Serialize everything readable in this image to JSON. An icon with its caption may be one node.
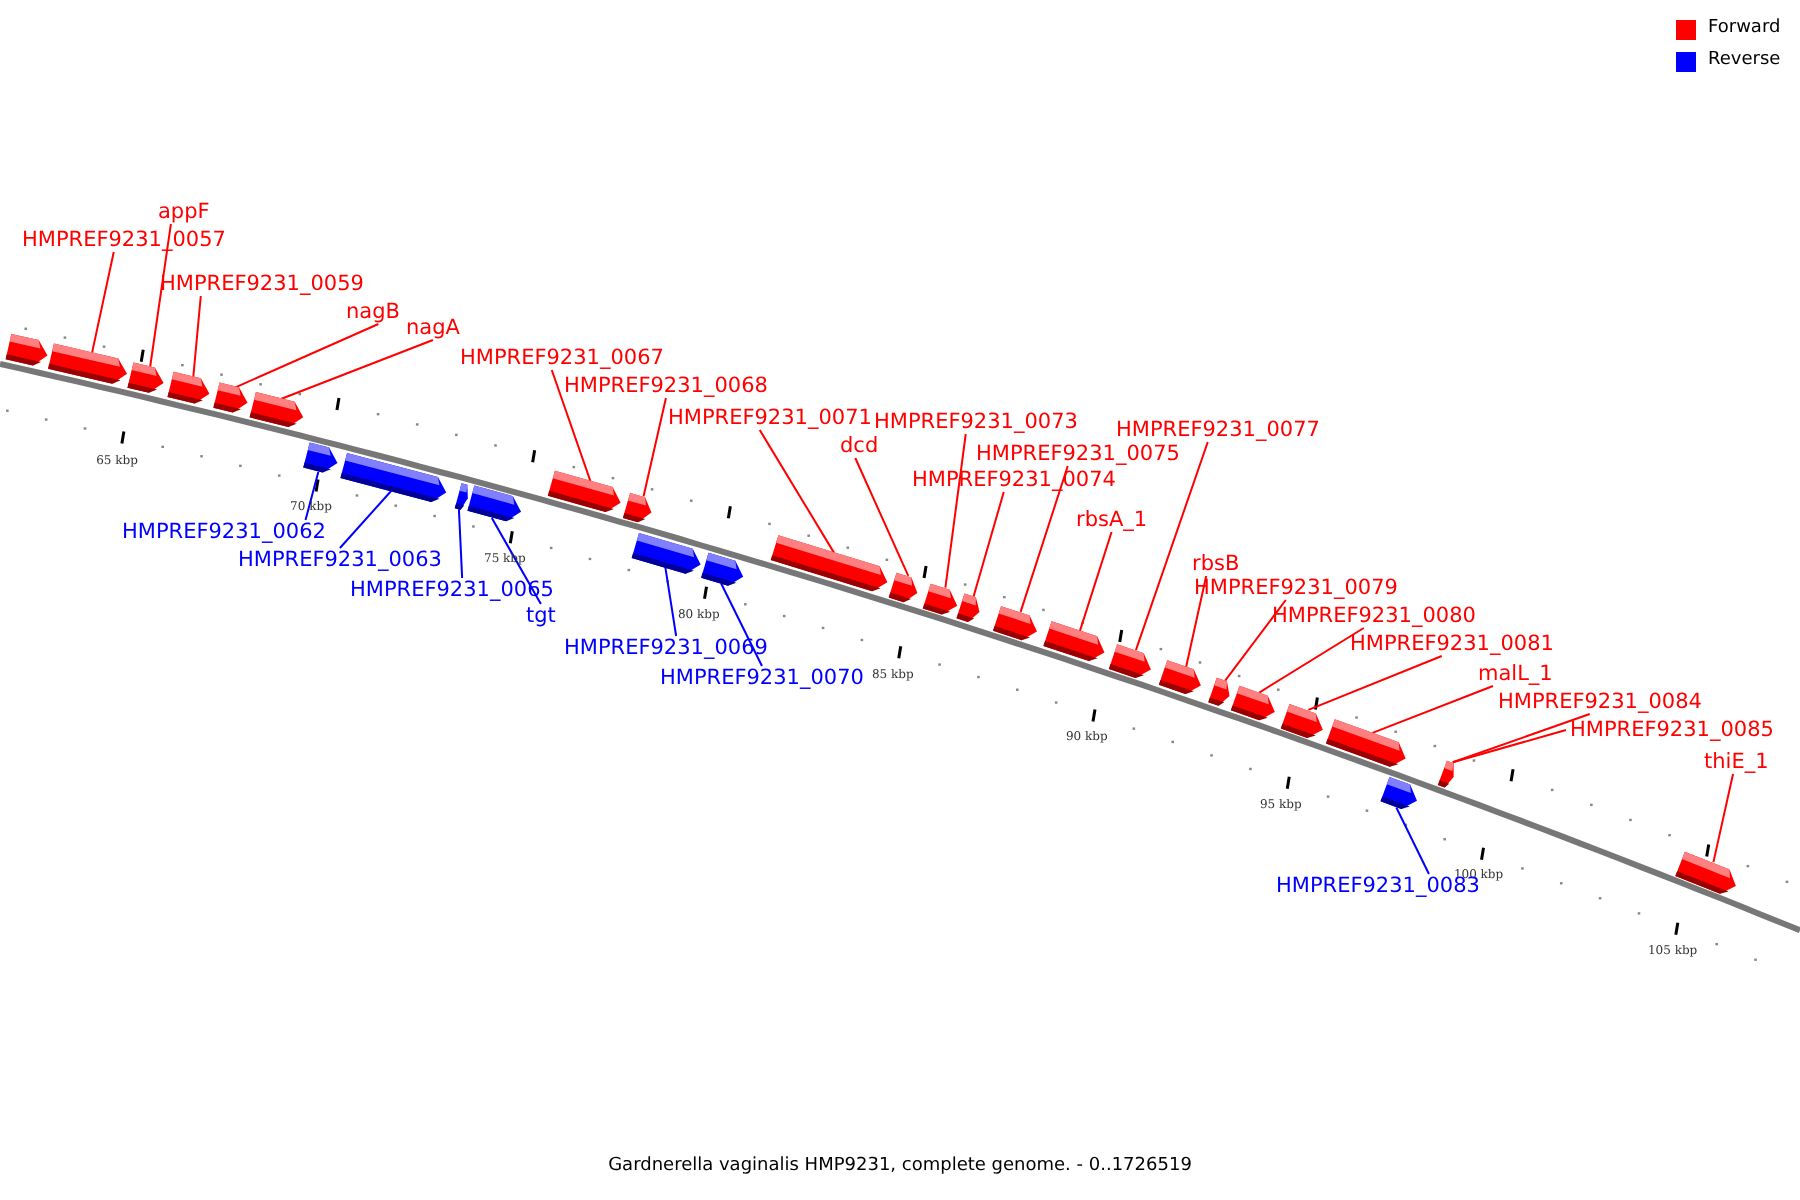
{
  "diagram": {
    "caption": "Gardnerella vaginalis HMP9231, complete genome. - 0..1726519",
    "nodes": [
      {
        "text": [
          "appF"
        ]
      },
      {
        "text": [
          "HMPREF9231_0057"
        ]
      },
      {
        "text": [
          "HMPREF9231_0059"
        ]
      },
      {
        "text": [
          "nagB"
        ]
      },
      {
        "text": [
          "nagA"
        ]
      },
      {
        "text": [
          "HMPREF9231_0067"
        ]
      },
      {
        "text": [
          "HMPREF9231_0068"
        ]
      },
      {
        "text": [
          "HMPREF9231_0071"
        ]
      },
      {
        "text": [
          "HMPREF9231_0073"
        ]
      },
      {
        "text": [
          "HMPREF9231_0077"
        ]
      },
      {
        "text": [
          "dcd"
        ]
      },
      {
        "text": [
          "HMPREF9231_0075"
        ]
      },
      {
        "text": [
          "HMPREF9231_0074"
        ]
      },
      {
        "text": [
          "rbsA_1"
        ]
      },
      {
        "text": [
          "HMPREF9231_0062"
        ]
      },
      {
        "text": [
          "HMPREF9231_0063"
        ]
      },
      {
        "text": [
          "rbsB"
        ]
      },
      {
        "text": [
          "HMPREF9231_0079"
        ]
      },
      {
        "text": [
          "HMPREF9231_0065"
        ]
      },
      {
        "text": [
          "HMPREF9231_0080"
        ]
      },
      {
        "text": [
          "tgt"
        ]
      },
      {
        "text": [
          "HMPREF9231_0081"
        ]
      },
      {
        "text": [
          "HMPREF9231_0069"
        ]
      },
      {
        "text": [
          "malL_1"
        ]
      },
      {
        "text": [
          "HMPREF9231_0070"
        ]
      },
      {
        "text": [
          "HMPREF9231_0084"
        ]
      },
      {
        "text": [
          "HMPREF9231_0085"
        ]
      },
      {
        "text": [
          "thiE_1"
        ]
      },
      {
        "text": [
          "HMPREF9231_0083"
        ]
      },
      {
        "text": [],
        "shape": "arrow"
      },
      {
        "text": [],
        "shape": "arrow"
      },
      {
        "text": [],
        "shape": "arrow"
      },
      {
        "text": [],
        "shape": "arrow"
      },
      {
        "text": [],
        "shape": "arrow"
      },
      {
        "text": [],
        "shape": "arrow"
      },
      {
        "text": [],
        "shape": "arrow"
      },
      {
        "text": [],
        "shape": "arrow"
      },
      {
        "text": [],
        "shape": "arrow"
      },
      {
        "text": [],
        "shape": "arrow"
      },
      {
        "text": [],
        "shape": "arrow"
      },
      {
        "text": [],
        "shape": "arrow"
      },
      {
        "text": [],
        "shape": "arrow"
      },
      {
        "text": [],
        "shape": "arrow"
      },
      {
        "text": [],
        "shape": "arrow"
      },
      {
        "text": [],
        "shape": "arrow"
      },
      {
        "text": [],
        "shape": "arrow"
      },
      {
        "text": [],
        "shape": "arrow"
      },
      {
        "text": [],
        "shape": "arrow"
      },
      {
        "text": [],
        "shape": "arrow"
      },
      {
        "text": [],
        "shape": "arrow"
      },
      {
        "text": [],
        "shape": "arrow"
      },
      {
        "text": [],
        "shape": "arrow"
      },
      {
        "text": [],
        "shape": "arrow"
      },
      {
        "text": [],
        "shape": "arrow"
      },
      {
        "text": [],
        "shape": "arrow"
      },
      {
        "text": [],
        "shape": "arrow"
      },
      {
        "text": [],
        "shape": "arrow"
      },
      {
        "text": [],
        "shape": "arrow"
      }
    ],
    "edges": [
      {
        "from": 0,
        "to": 31,
        "arrow": "none"
      },
      {
        "from": 1,
        "to": 30,
        "arrow": "none"
      },
      {
        "from": 2,
        "to": 32,
        "arrow": "none"
      },
      {
        "from": 3,
        "to": 33,
        "arrow": "none"
      },
      {
        "from": 4,
        "to": 34,
        "arrow": "none"
      },
      {
        "from": 5,
        "to": 39,
        "arrow": "none"
      },
      {
        "from": 6,
        "to": 40,
        "arrow": "none"
      },
      {
        "from": 7,
        "to": 43,
        "arrow": "none"
      },
      {
        "from": 8,
        "to": 45,
        "arrow": "none"
      },
      {
        "from": 9,
        "to": 49,
        "arrow": "none"
      },
      {
        "from": 10,
        "to": 44,
        "arrow": "none"
      },
      {
        "from": 11,
        "to": 47,
        "arrow": "none"
      },
      {
        "from": 12,
        "to": 46,
        "arrow": "none"
      },
      {
        "from": 13,
        "to": 48,
        "arrow": "none"
      },
      {
        "from": 14,
        "to": 35,
        "arrow": "none",
        "color": "#0000ff"
      },
      {
        "from": 15,
        "to": 36,
        "arrow": "none",
        "color": "#0000ff"
      },
      {
        "from": 16,
        "to": 50,
        "arrow": "none"
      },
      {
        "from": 17,
        "to": 51,
        "arrow": "none"
      },
      {
        "from": 18,
        "to": 37,
        "arrow": "none",
        "color": "#0000ff"
      },
      {
        "from": 19,
        "to": 52,
        "arrow": "none"
      },
      {
        "from": 20,
        "to": 38,
        "arrow": "none",
        "color": "#0000ff"
      },
      {
        "from": 21,
        "to": 53,
        "arrow": "none"
      },
      {
        "from": 22,
        "to": 41,
        "arrow": "none",
        "color": "#0000ff"
      },
      {
        "from": 23,
        "to": 54,
        "arrow": "none"
      },
      {
        "from": 24,
        "to": 42,
        "arrow": "none",
        "color": "#0000ff"
      },
      {
        "from": 25,
        "to": 56,
        "arrow": "none"
      },
      {
        "from": 26,
        "to": 56,
        "arrow": "none"
      },
      {
        "from": 27,
        "to": 57,
        "arrow": "none"
      },
      {
        "from": 28,
        "to": 55,
        "arrow": "none",
        "color": "#0000ff"
      }
    ],
    "labels": [
      "65 kbp",
      "70 kbp",
      "75 kbp",
      "80 kbp",
      "85 kbp",
      "90 kbp",
      "95 kbp",
      "100 kbp",
      "105 kbp"
    ],
    "legend": [
      {
        "text": "Forward",
        "color": "#ff0000"
      },
      {
        "text": "Reverse",
        "color": "#0000ff"
      }
    ]
  }
}
